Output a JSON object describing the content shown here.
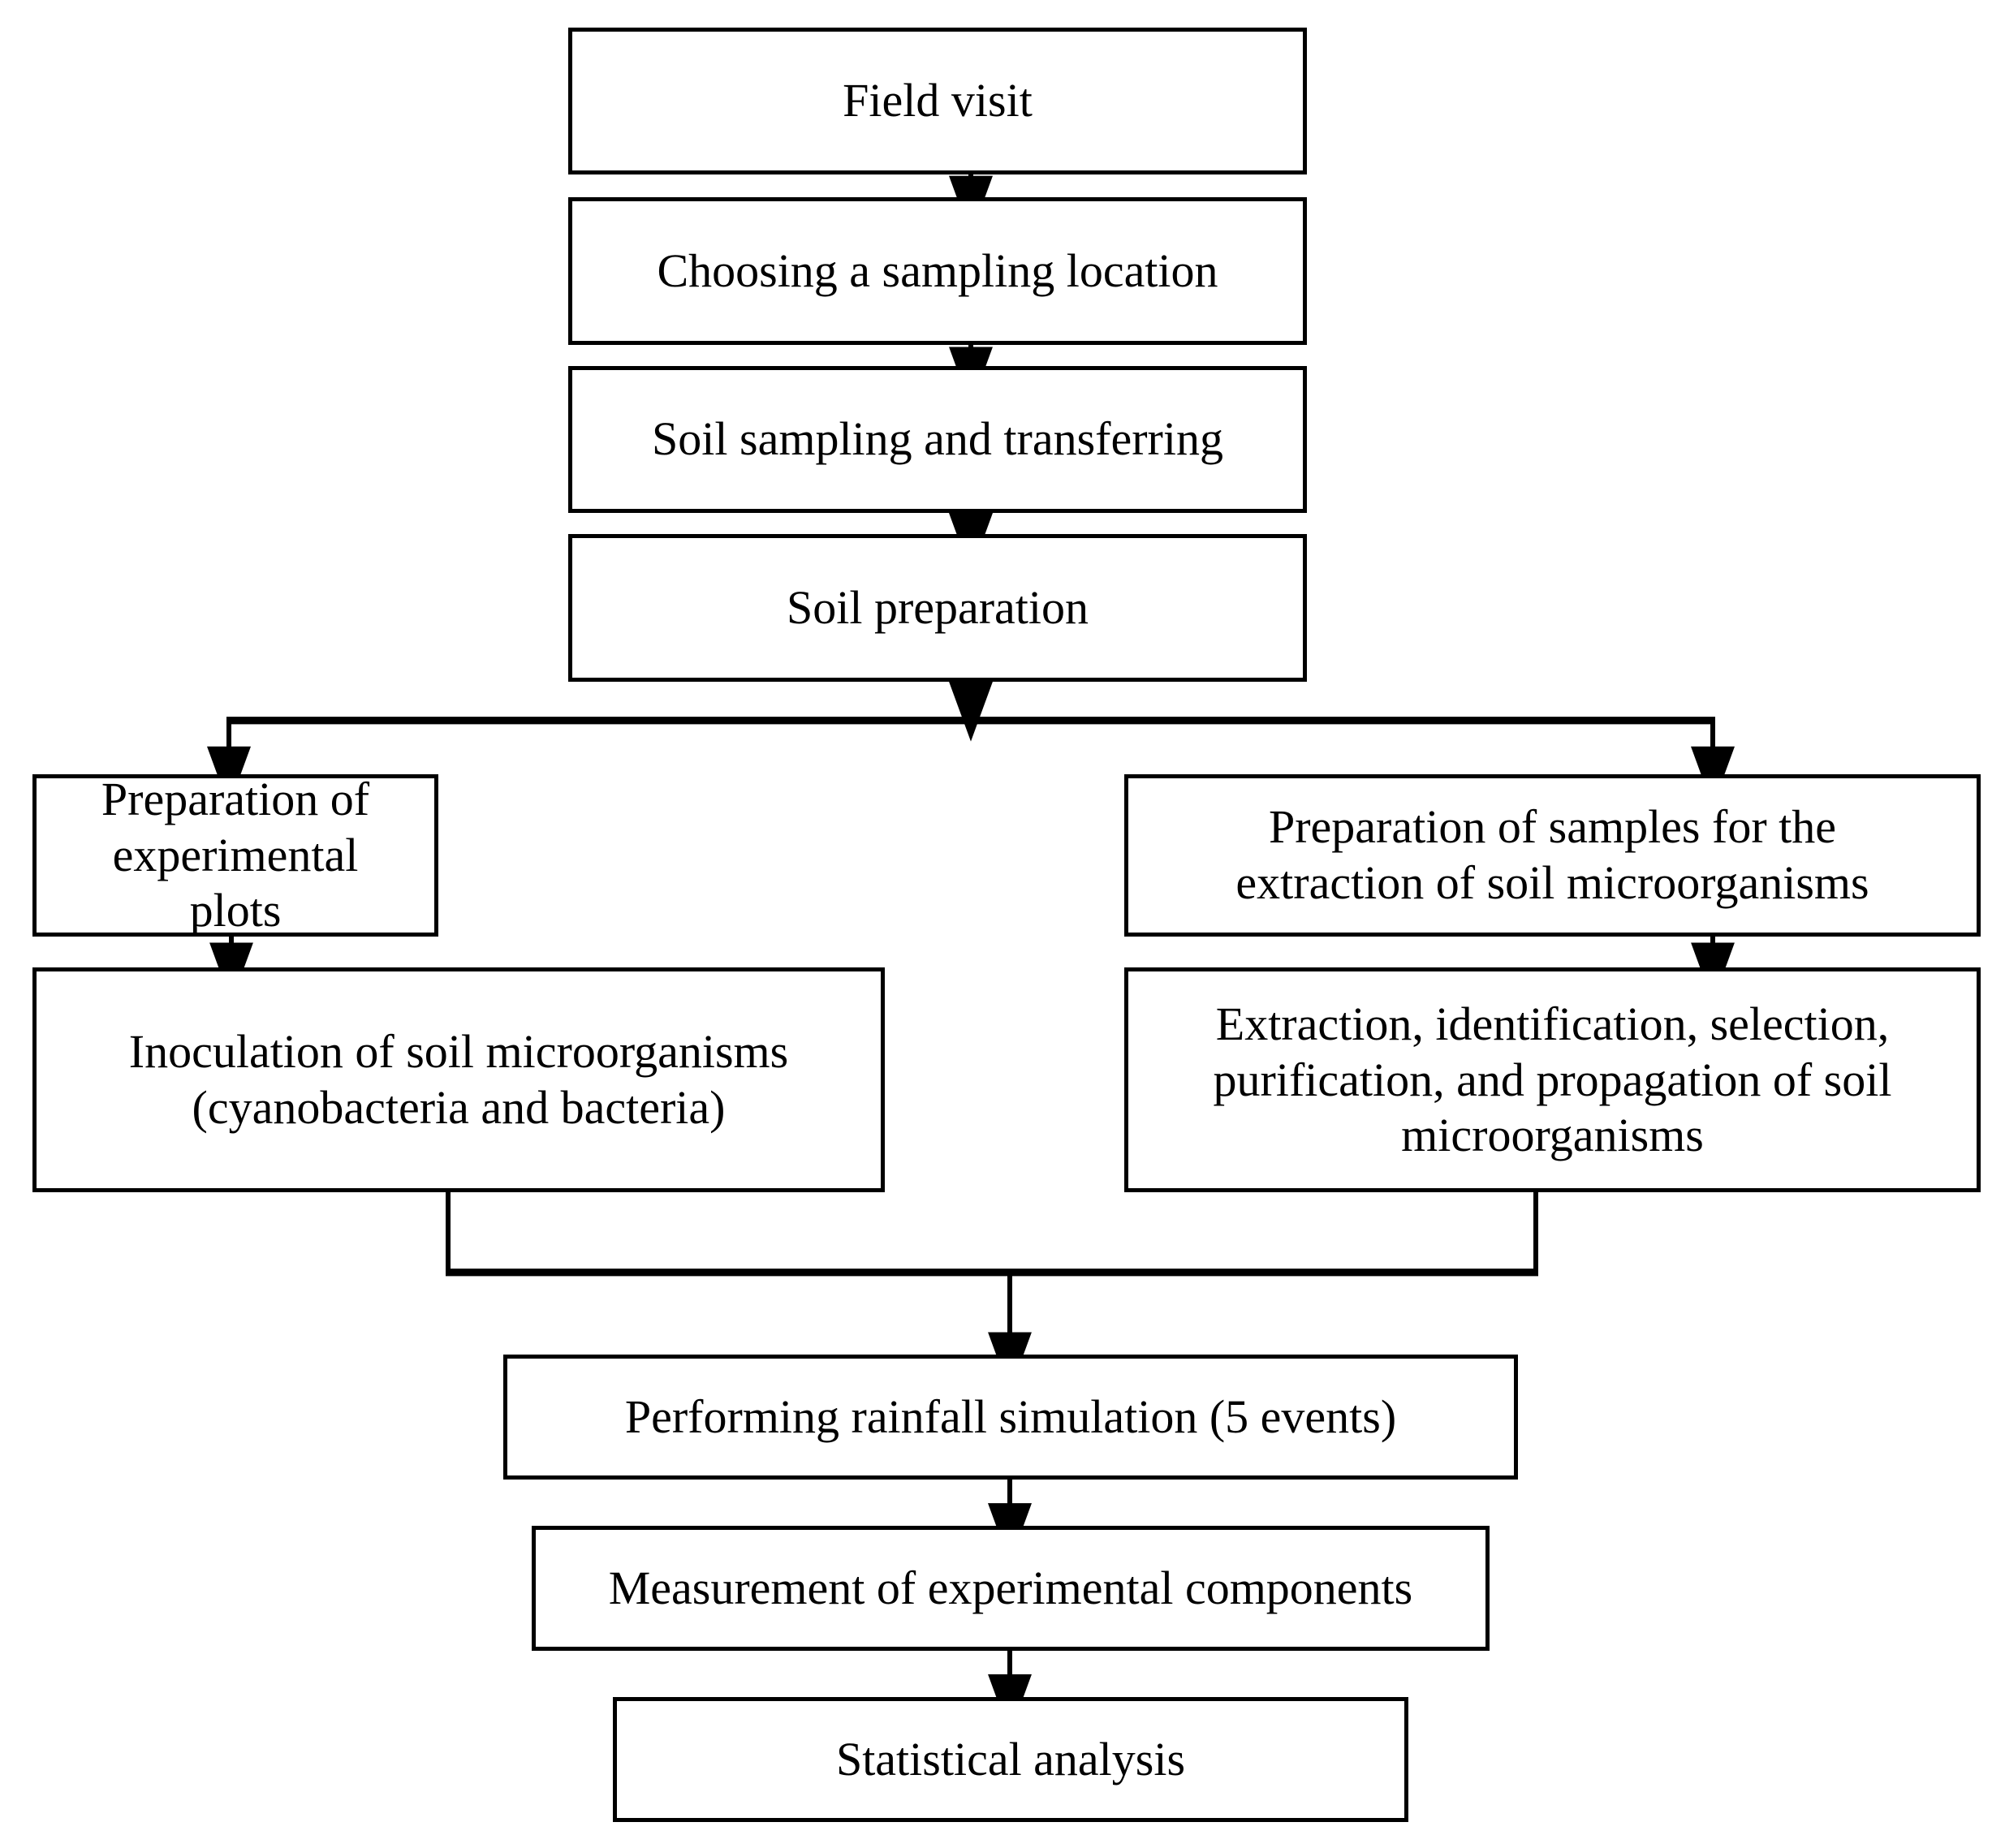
{
  "diagram": {
    "title": "Experimental workflow flowchart",
    "background_color": "#ffffff",
    "line_color": "#000000",
    "text_color": "#000000",
    "nodes": [
      {
        "id": "field-visit",
        "label": "Field visit",
        "lines": [
          "Field visit"
        ]
      },
      {
        "id": "choosing-sampling-location",
        "label": "Choosing a sampling location",
        "lines": [
          "Choosing a sampling location"
        ]
      },
      {
        "id": "soil-sampling-transferring",
        "label": "Soil sampling and transferring",
        "lines": [
          "Soil sampling and transferring"
        ]
      },
      {
        "id": "soil-preparation",
        "label": "Soil preparation",
        "lines": [
          "Soil preparation"
        ]
      },
      {
        "id": "preparation-experimental-plots",
        "label": "Preparation of experimental plots",
        "lines": [
          "Preparation of experimental",
          "plots"
        ]
      },
      {
        "id": "preparation-samples-extraction",
        "label": "Preparation of samples for the extraction of soil microorganisms",
        "lines": [
          "Preparation of samples for the",
          "extraction of soil microorganisms"
        ]
      },
      {
        "id": "inoculation-soil-microorganisms",
        "label": "Inoculation of soil microorganisms (cyanobacteria and bacteria)",
        "lines": [
          "Inoculation of soil microorganisms",
          "(cyanobacteria and bacteria)"
        ]
      },
      {
        "id": "extraction-identification-selection",
        "label": "Extraction, identification, selection, purification, and propagation of soil microorganisms",
        "lines": [
          "Extraction, identification, selection,",
          "purification, and propagation of soil",
          "microorganisms"
        ]
      },
      {
        "id": "performing-rainfall-simulation",
        "label": "Performing rainfall simulation (5 events)",
        "lines": [
          "Performing rainfall simulation (5 events)"
        ]
      },
      {
        "id": "measurement-experimental-components",
        "label": "Measurement of experimental components",
        "lines": [
          "Measurement of experimental components"
        ]
      },
      {
        "id": "statistical-analysis",
        "label": "Statistical analysis",
        "lines": [
          "Statistical analysis"
        ]
      }
    ],
    "edges": [
      {
        "from": "field-visit",
        "to": "choosing-sampling-location",
        "kind": "straight-arrow"
      },
      {
        "from": "choosing-sampling-location",
        "to": "soil-sampling-transferring",
        "kind": "straight-arrow"
      },
      {
        "from": "soil-sampling-transferring",
        "to": "soil-preparation",
        "kind": "straight-arrow"
      },
      {
        "from": "soil-preparation",
        "to": "branch-bar",
        "kind": "straight-arrow"
      },
      {
        "from": "branch-bar",
        "to": "preparation-experimental-plots",
        "kind": "split-arrow"
      },
      {
        "from": "branch-bar",
        "to": "preparation-samples-extraction",
        "kind": "split-arrow"
      },
      {
        "from": "preparation-experimental-plots",
        "to": "inoculation-soil-microorganisms",
        "kind": "straight-arrow"
      },
      {
        "from": "preparation-samples-extraction",
        "to": "extraction-identification-selection",
        "kind": "straight-arrow"
      },
      {
        "from": "inoculation-soil-microorganisms",
        "to": "merge-bar",
        "kind": "merge-line"
      },
      {
        "from": "extraction-identification-selection",
        "to": "merge-bar",
        "kind": "merge-line"
      },
      {
        "from": "merge-bar",
        "to": "performing-rainfall-simulation",
        "kind": "straight-arrow"
      },
      {
        "from": "performing-rainfall-simulation",
        "to": "measurement-experimental-components",
        "kind": "straight-arrow"
      },
      {
        "from": "measurement-experimental-components",
        "to": "statistical-analysis",
        "kind": "straight-arrow"
      }
    ]
  }
}
